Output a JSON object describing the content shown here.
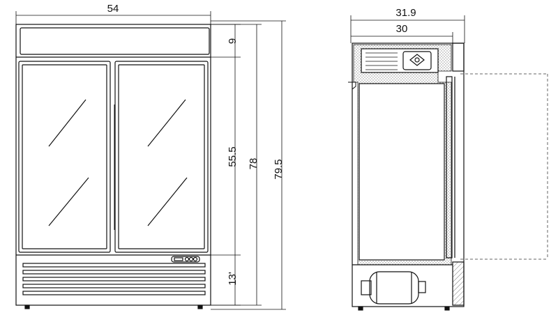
{
  "front_view": {
    "width_label": "54",
    "header_height_label": "9",
    "door_height_label": "55.5",
    "cabinet_height_label": "78",
    "total_height_label": "79.5",
    "base_height_label": "13'"
  },
  "side_view": {
    "total_depth_label": "31.9",
    "cabinet_depth_label": "30"
  },
  "colors": {
    "line": "#111111",
    "hatch": "#555555",
    "dashed": "#666666",
    "background": "#ffffff"
  }
}
